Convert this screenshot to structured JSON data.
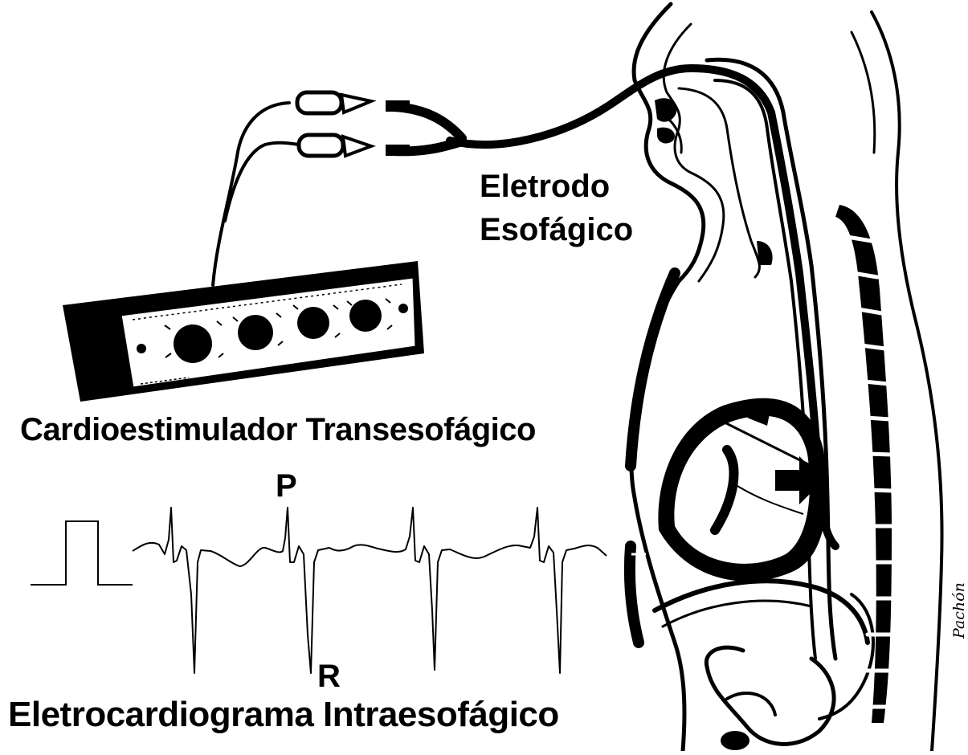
{
  "labels": {
    "electrode_line1": "Eletrodo",
    "electrode_line2": "Esofágico",
    "stimulator": "Cardioestimulador Transesofágico",
    "wave_p": "P",
    "wave_r": "R",
    "ecg": "Eletrocardiograma Intraesofágico",
    "signature": "Pachón"
  },
  "icons": [
    "esophageal-catheter",
    "pacemaker-stimulator-box",
    "torso-cross-section",
    "heart",
    "spine",
    "stimulus-pulse",
    "ecg-trace",
    "direction-arrow"
  ],
  "colors": {
    "ink": "#000000",
    "paper": "#ffffff"
  }
}
